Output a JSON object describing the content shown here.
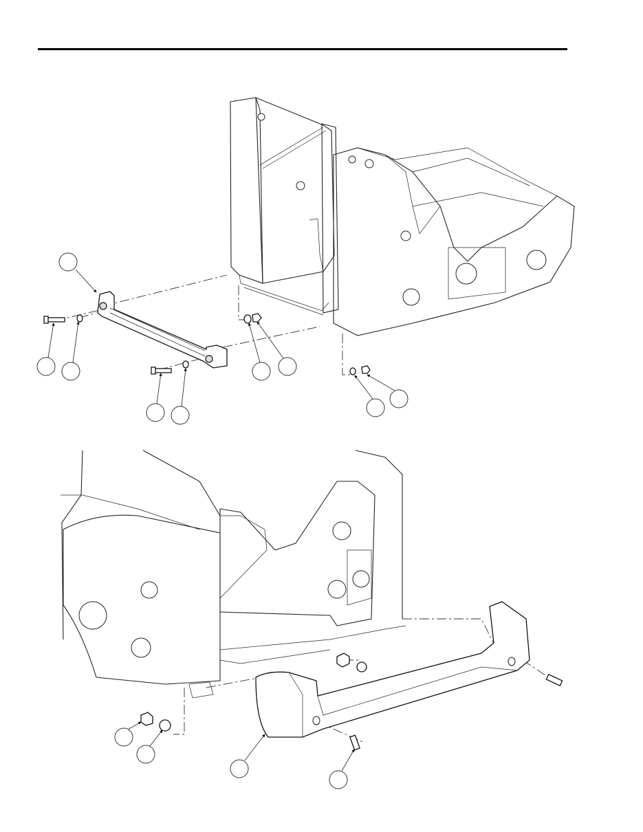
{
  "figure": {
    "line_color": "#222222",
    "background": "#ffffff",
    "views": [
      "upper-exploded-view",
      "lower-exploded-view"
    ],
    "callout_count_upper": 9,
    "callout_count_lower": 4
  }
}
